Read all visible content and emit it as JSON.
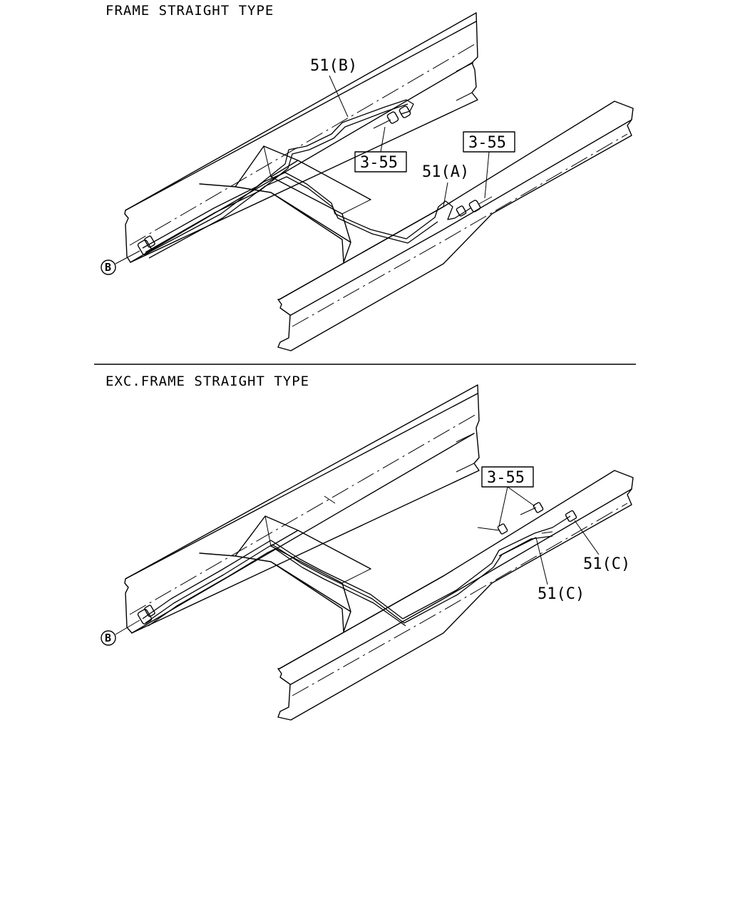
{
  "sections": [
    {
      "title": "FRAME STRAIGHT TYPE",
      "callouts": {
        "pipe_b": "51(B)",
        "pipe_a": "51(A)",
        "ref_1": "3-55",
        "ref_2": "3-55",
        "view_mark": "B"
      }
    },
    {
      "title": "EXC.FRAME STRAIGHT TYPE",
      "callouts": {
        "ref_1": "3-55",
        "pipe_c_1": "51(C)",
        "pipe_c_2": "51(C)",
        "view_mark": "B"
      }
    }
  ]
}
